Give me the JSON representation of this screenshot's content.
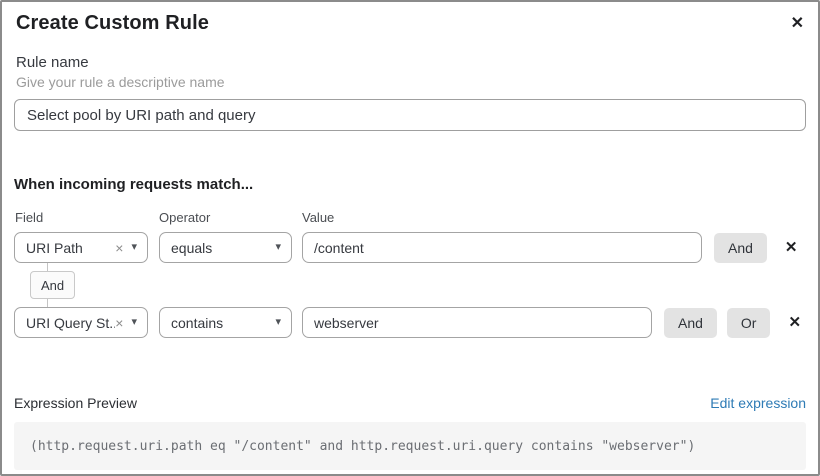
{
  "dialog": {
    "title": "Create Custom Rule",
    "close_icon": "✕"
  },
  "rule_name": {
    "label": "Rule name",
    "helper": "Give your rule a descriptive name",
    "value": "Select pool by URI path and query"
  },
  "matcher": {
    "heading": "When incoming requests match...",
    "columns": {
      "field": "Field",
      "operator": "Operator",
      "value": "Value"
    },
    "rows": [
      {
        "field": "URI Path",
        "operator": "equals",
        "value": "/content",
        "buttons": [
          "And"
        ]
      },
      {
        "field": "URI Query St...",
        "operator": "contains",
        "value": "webserver",
        "buttons": [
          "And",
          "Or"
        ]
      }
    ],
    "connector_label": "And",
    "clear_icon": "×",
    "caret_icon": "▾",
    "remove_icon": "✕"
  },
  "preview": {
    "label": "Expression Preview",
    "edit_link": "Edit expression",
    "expression": "(http.request.uri.path eq \"/content\" and http.request.uri.query contains \"webserver\")"
  },
  "colors": {
    "link_blue": "#2e7bb5",
    "button_gray": "#e3e3e3",
    "code_background": "#f5f5f5"
  }
}
